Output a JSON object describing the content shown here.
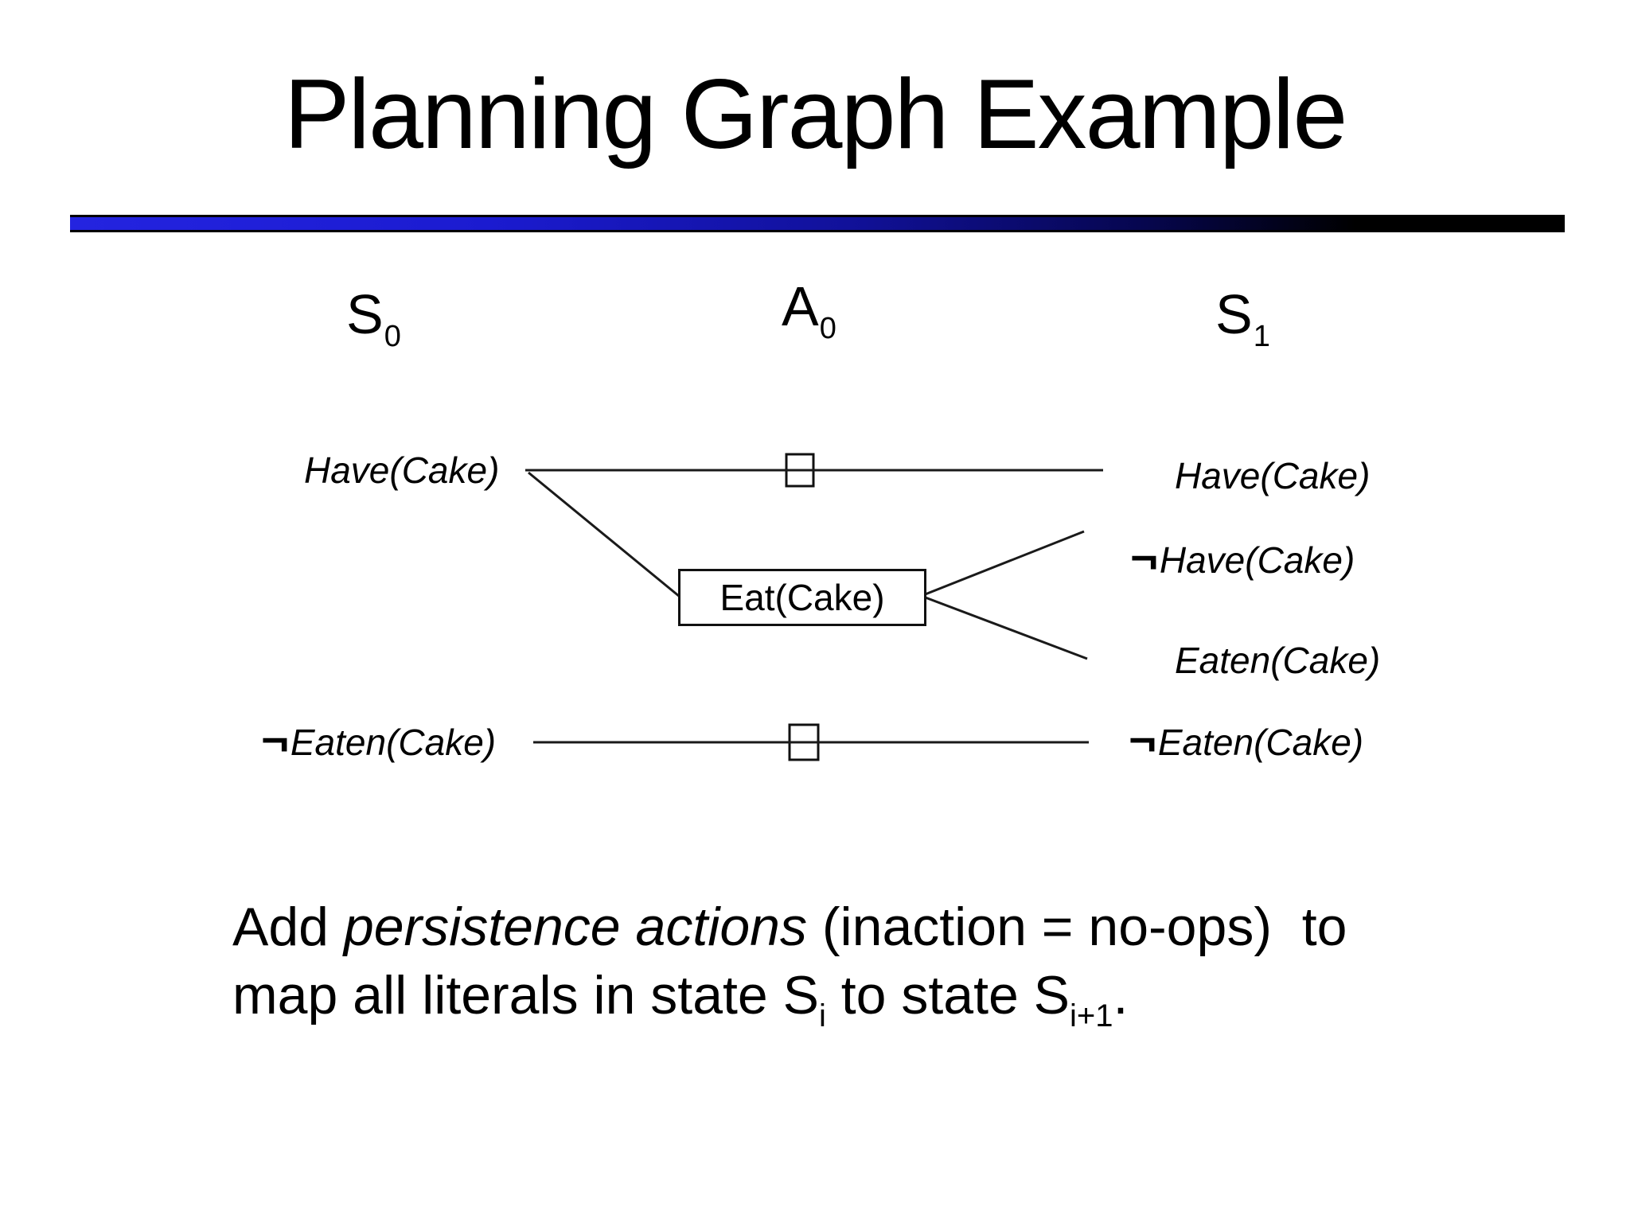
{
  "slide": {
    "title": "Planning Graph Example",
    "headers": {
      "s0": {
        "base": "S",
        "sub": "0"
      },
      "a0": {
        "base": "A",
        "sub": "0"
      },
      "s1": {
        "base": "S",
        "sub": "1"
      }
    },
    "s0_literals": {
      "have": {
        "text": "Have(Cake)"
      },
      "not_eaten": {
        "neg": "¬",
        "text": "Eaten(Cake)"
      }
    },
    "action": {
      "label": "Eat(Cake)"
    },
    "s1_literals": {
      "have": {
        "text": "Have(Cake)"
      },
      "not_have": {
        "neg": "¬",
        "text": "Have(Cake)"
      },
      "eaten": {
        "text": "Eaten(Cake)"
      },
      "not_eaten": {
        "neg": "¬",
        "text": "Eaten(Cake)"
      }
    },
    "caption": {
      "line1_pre": "Add ",
      "line1_italic": "persistence actions",
      "line1_post": " (inaction = no-ops)  to",
      "line2_a": "map all literals in state S",
      "line2_sub_a": "i",
      "line2_b": " to state S",
      "line2_sub_b": "i+1",
      "line2_c": "."
    },
    "colors": {
      "divider_left_blue": "#2424e0",
      "divider_right_black": "#000000",
      "text": "#000000",
      "background": "#ffffff"
    }
  }
}
